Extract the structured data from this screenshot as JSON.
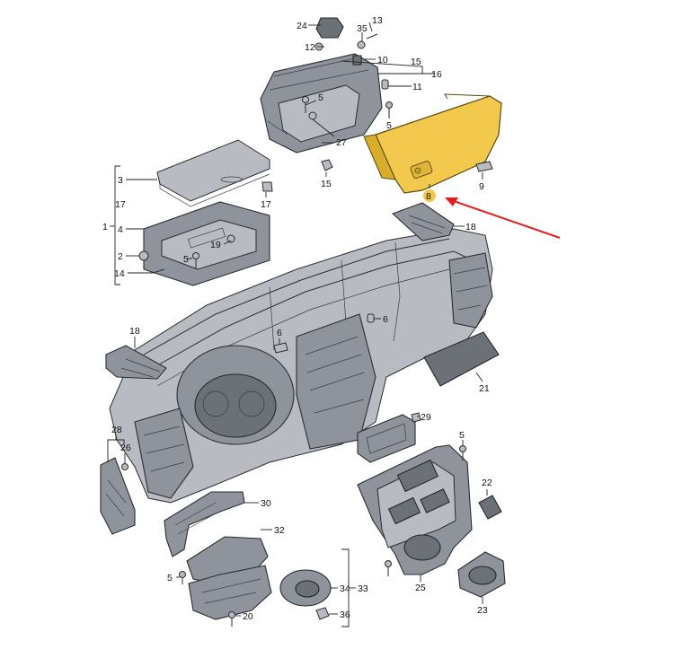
{
  "diagram": {
    "highlight_color": "#f2c94c",
    "arrow_color": "#e02020",
    "highlighted_callout": "8",
    "callouts": {
      "c1": "1",
      "c2": "2",
      "c3": "3",
      "c4": "4",
      "c5a": "5",
      "c5b": "5",
      "c5c": "5",
      "c5d": "5",
      "c5e": "5",
      "c6a": "6",
      "c6b": "6",
      "c8": "8",
      "c9": "9",
      "c10": "10",
      "c11": "11",
      "c12": "12",
      "c13": "13",
      "c14": "14",
      "c15a": "15",
      "c15b": "15",
      "c16": "16",
      "c17a": "17",
      "c17b": "17",
      "c18a": "18",
      "c18b": "18",
      "c19": "19",
      "c20": "20",
      "c21": "21",
      "c22": "22",
      "c23": "23",
      "c24": "24",
      "c25": "25",
      "c26": "26",
      "c27": "27",
      "c28": "28",
      "c29": "29",
      "c30": "30",
      "c32": "32",
      "c33": "33",
      "c34": "34",
      "c35": "35",
      "c36": "36"
    }
  }
}
